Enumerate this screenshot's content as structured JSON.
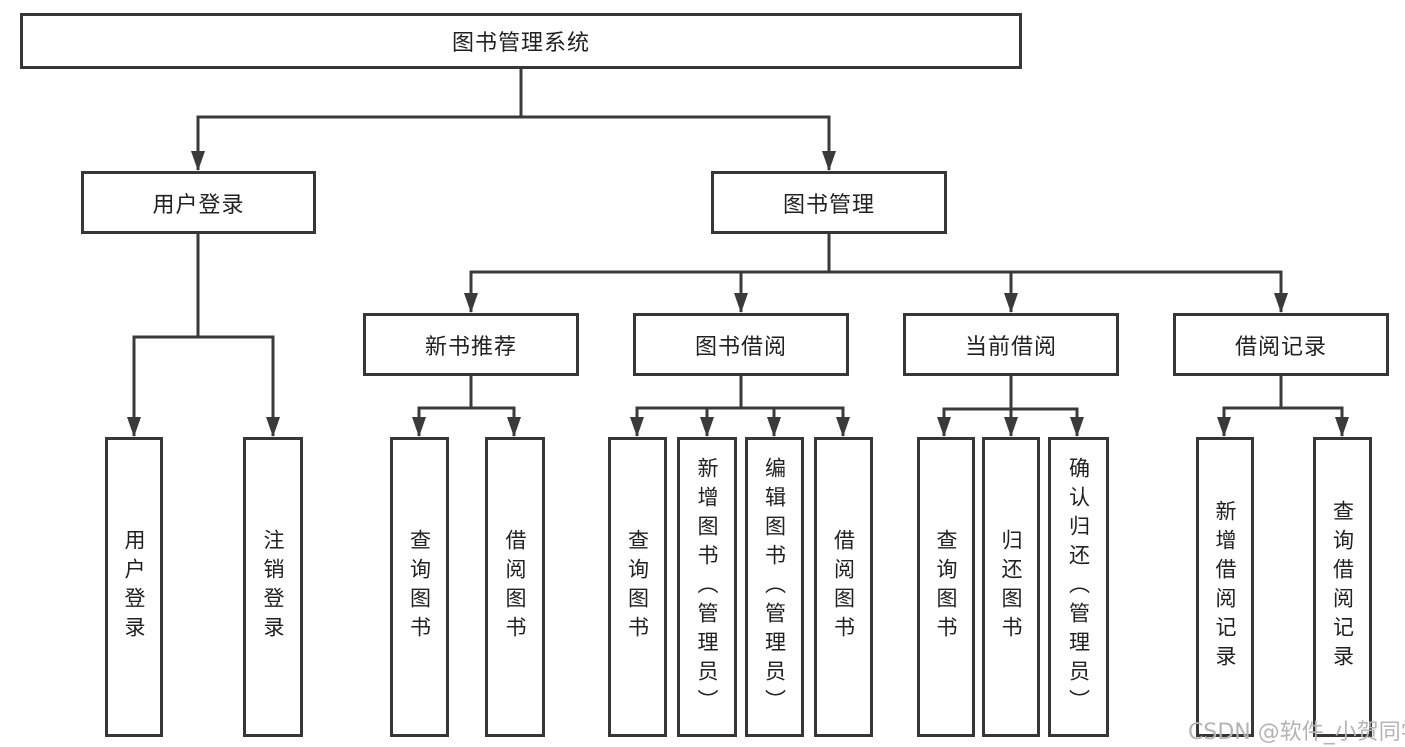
{
  "root": {
    "label": "图书管理系统"
  },
  "user_branch": {
    "label": "用户登录",
    "leaves": [
      "用户登录",
      "注销登录"
    ]
  },
  "book_branch": {
    "label": "图书管理",
    "sections": [
      {
        "label": "新书推荐",
        "leaves": [
          "查询图书",
          "借阅图书"
        ]
      },
      {
        "label": "图书借阅",
        "leaves": [
          "查询图书",
          "新增图书（管理员）",
          "编辑图书（管理员）",
          "借阅图书"
        ]
      },
      {
        "label": "当前借阅",
        "leaves": [
          "查询图书",
          "归还图书",
          "确认归还（管理员）"
        ]
      },
      {
        "label": "借阅记录",
        "leaves": [
          "新增借阅记录",
          "查询借阅记录"
        ]
      }
    ]
  },
  "watermark": {
    "text": "CSDN @软件_小贺同学"
  },
  "colors": {
    "line": "#3a3a3a",
    "box_border": "#363636",
    "text": "#212121",
    "watermark": "#b4b4b4",
    "background": "#ffffff"
  }
}
